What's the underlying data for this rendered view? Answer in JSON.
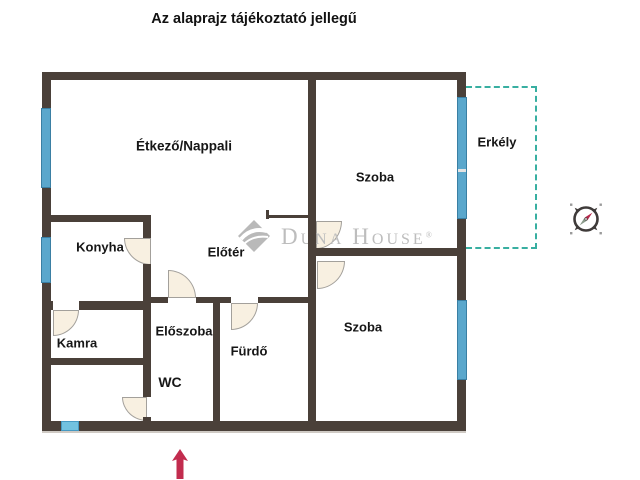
{
  "title": "Az alaprajz tájékoztató jellegű",
  "rooms": {
    "dining_living": "Étkező/Nappali",
    "room_top": "Szoba",
    "balcony": "Erkély",
    "kitchen": "Konyha",
    "foyer": "Előtér",
    "pantry": "Kamra",
    "hallway": "Előszoba",
    "bathroom": "Fürdő",
    "wc": "WC",
    "room_bottom": "Szoba"
  },
  "watermark": {
    "word1": "Duna",
    "word2": "House",
    "registered": "®"
  },
  "colors": {
    "wall": "#4a4039",
    "window_fill": "#5aa7cc",
    "window_border": "#3a7fa3",
    "wc_window_fill": "#72c2e0",
    "balcony_outline": "#38afa1",
    "door_fill": "#f8f0e1",
    "door_border": "#a3a09b",
    "entrance_arrow": "#c22c4e",
    "compass_needle_north": "#b5274a",
    "compass_needle_south": "#8a9a8a",
    "watermark_gray": "#bdbdbd",
    "label_text": "#161616"
  },
  "icons": {
    "compass": "compass-rose",
    "entrance_arrow": "up-arrow",
    "watermark_logo": "duna-house-diamond"
  }
}
